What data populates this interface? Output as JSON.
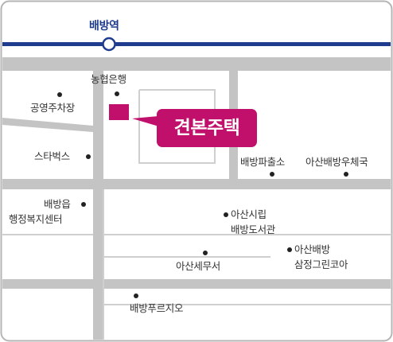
{
  "subway": {
    "station_name": "배방역",
    "line_color": "#1f3c8e"
  },
  "target": {
    "name": "견본주택",
    "color": "#c0106b"
  },
  "landmarks": {
    "nonghyup": "농협은행",
    "public_parking": "공영주차장",
    "starbucks": "스타벅스",
    "police_box": "배방파출소",
    "post_office": "아산배방우체국",
    "community_center": [
      "배방읍",
      "행정복지센터"
    ],
    "library": [
      "아산시립",
      "배방도서관"
    ],
    "tax_office": "아산세무서",
    "greencoa": [
      "아산배방",
      "삼정그린코아"
    ],
    "purgio": "배방푸르지오"
  }
}
